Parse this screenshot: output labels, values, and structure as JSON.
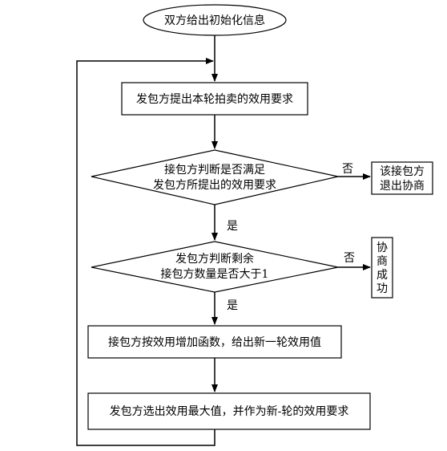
{
  "flowchart": {
    "start": "双方给出初始化信息",
    "step1": "发包方提出本轮拍卖的效用要求",
    "decision1": {
      "line1": "接包方判断是否满足",
      "line2": "发包方所提出的效用要求",
      "no_label": "否",
      "yes_label": "是"
    },
    "exit1": {
      "line1": "该接包方",
      "line2": "退出协商"
    },
    "decision2": {
      "line1": "发包方判断剩余",
      "line2": "接包方数量是否大于1",
      "no_label": "否",
      "yes_label": "是"
    },
    "exit2": [
      "协",
      "商",
      "成",
      "功"
    ],
    "step2": "接包方按效用增加函数，给出新一轮效用值",
    "step3": "发包方选出效用最大值，并作为新-轮的效用要求"
  }
}
